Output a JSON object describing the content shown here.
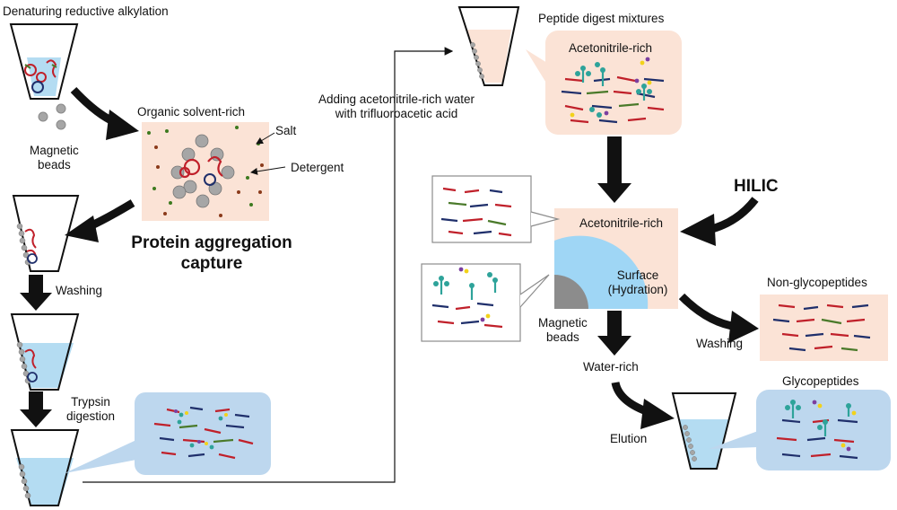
{
  "labels": {
    "denaturing": "Denaturing reductive alkylation",
    "magnetic_beads_left": "Magnetic\nbeads",
    "organic_solvent": "Organic solvent-rich",
    "salt": "Salt",
    "detergent": "Detergent",
    "protein_capture_line1": "Protein aggregation",
    "protein_capture_line2": "capture",
    "washing_left": "Washing",
    "trypsin_line1": "Trypsin",
    "trypsin_line2": "digestion",
    "adding_line1": "Adding acetonitrile-rich water",
    "adding_line2": "with trifluoroacetic acid",
    "peptide_digest": "Peptide digest mixtures",
    "acetonitrile_rich_top": "Acetonitrile-rich",
    "acetonitrile_rich_mid": "Acetonitrile-rich",
    "hilic": "HILIC",
    "surface_line1": "Surface",
    "surface_line2": "(Hydration)",
    "magnetic_beads_right": "Magnetic\nbeads",
    "water_rich": "Water-rich",
    "washing_right": "Washing",
    "non_glycopeptides": "Non-glycopeptides",
    "glycopeptides": "Glycopeptides",
    "elution": "Elution"
  },
  "colors": {
    "peach": "#fbe3d6",
    "lightblue": "#bdd7ee",
    "water": "#b4dcf2",
    "hydration": "#9fd6f5",
    "bead": "#a6a6a6",
    "peptide_red": "#c0202a",
    "peptide_navy": "#1f2f6b",
    "peptide_green": "#4a7a2a",
    "glycan_teal": "#2ea39a",
    "glycan_yellow": "#f2d21a",
    "glycan_purple": "#7b3fa0"
  }
}
